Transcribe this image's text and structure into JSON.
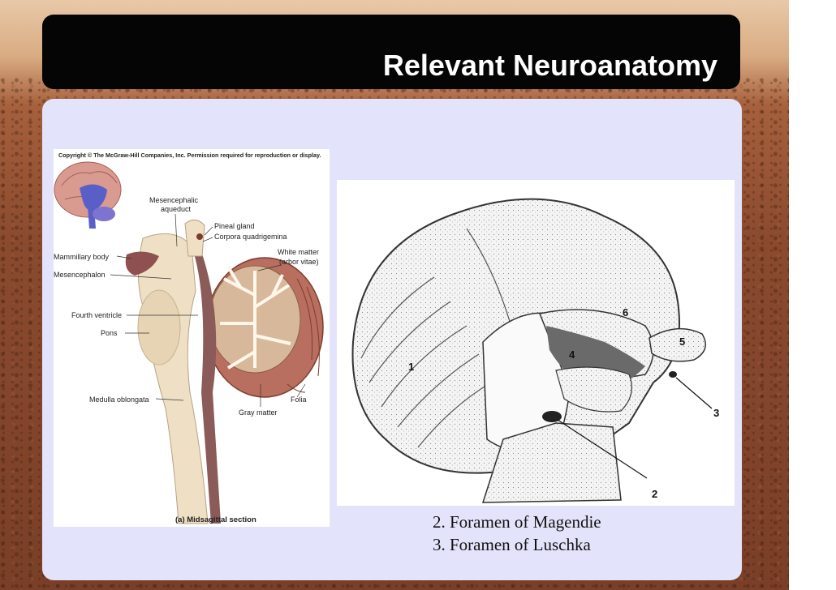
{
  "slide": {
    "title": "Relevant Neuroanatomy"
  },
  "left_figure": {
    "copyright": "Copyright © The McGraw-Hill Companies, Inc. Permission required for reproduction or display.",
    "labels": {
      "mesencephalic_aqueduct_1": "Mesencephalic",
      "mesencephalic_aqueduct_2": "aqueduct",
      "pineal_gland": "Pineal gland",
      "corpora_quadrigemina": "Corpora quadrigemina",
      "mammillary_body": "Mammillary body",
      "white_matter_1": "White matter",
      "white_matter_2": "(arbor vitae)",
      "mesencephalon": "Mesencephalon",
      "fourth_ventricle": "Fourth ventricle",
      "pons": "Pons",
      "medulla_oblongata": "Medulla oblongata",
      "folia": "Folia",
      "gray_matter": "Gray matter"
    },
    "caption": "(a) Midsagittal section"
  },
  "right_figure": {
    "numbers": [
      "1",
      "2",
      "3",
      "4",
      "5",
      "6"
    ]
  },
  "caption_lines": [
    "2. Foramen of Magendie",
    "3. Foramen of Luschka"
  ]
}
